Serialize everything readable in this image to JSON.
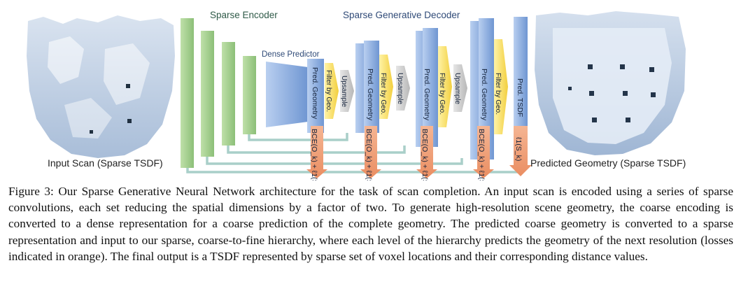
{
  "figure": {
    "encoder_title": "Sparse Encoder",
    "decoder_title": "Sparse Generative Decoder",
    "dense_title": "Dense Predictor",
    "input_label": "Input Scan (Sparse TSDF)",
    "output_label": "Predicted Geometry (Sparse TSDF)",
    "pred_geometry": "Pred. Geometry",
    "filter_geo": "Filter by Geo.",
    "upsample": "Upsample",
    "pred_tsdf": "Pred. TSDF",
    "bce_loss": "BCE(O_k) + ℓ1(S_k)",
    "final_loss": "ℓ1(S_k)",
    "colors": {
      "encoder": "#9dc98a",
      "decoder": "#7ea3d8",
      "filter": "#f8de5a",
      "upsample": "#c8c8c8",
      "loss": "#f0a27a",
      "skip": "#a9cfc9"
    }
  },
  "caption": {
    "text": "Figure 3: Our Sparse Generative Neural Network architecture for the task of scan completion. An input scan is encoded using a series of sparse convolutions, each set reducing the spatial dimensions by a factor of two. To generate high-resolution scene geometry, the coarse encoding is converted to a dense representation for a coarse prediction of the complete geometry. The predicted coarse geometry is converted to a sparse representation and input to our sparse, coarse-to-fine hierarchy, where each level of the hierarchy predicts the geometry of the next resolution (losses indicated in orange). The final output is a TSDF represented by sparse set of voxel locations and their corresponding distance values."
  }
}
